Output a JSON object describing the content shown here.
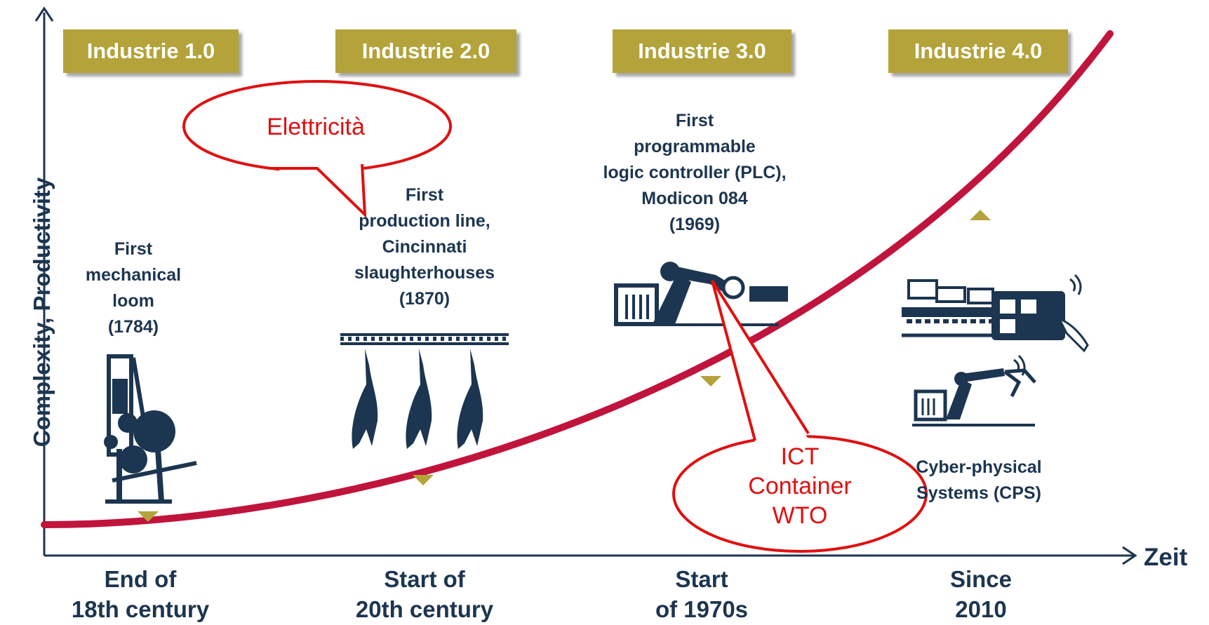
{
  "axes": {
    "y_title": "Complexity, Productivity",
    "x_title": "Zeit"
  },
  "eras": [
    {
      "label": "Industrie 1.0",
      "caption": "First\nmechanical\nloom\n(1784)",
      "period": "End of\n18th century",
      "image": "mechanical-loom-icon"
    },
    {
      "label": "Industrie 2.0",
      "caption": "First\nproduction line,\nCincinnati\nslaughterhouses\n(1870)",
      "period": "Start of\n20th century",
      "image": "slaughterhouse-line-icon"
    },
    {
      "label": "Industrie 3.0",
      "caption": "First\nprogrammable\nlogic controller (PLC),\nModicon 084\n(1969)",
      "period": "Start\nof 1970s",
      "image": "plc-robot-arm-icon"
    },
    {
      "label": "Industrie 4.0",
      "caption": "Cyber-physical\nSystems (CPS)",
      "period": "Since\n2010",
      "image": "cyber-physical-systems-icon"
    }
  ],
  "callouts": [
    {
      "text": "Elettricità"
    },
    {
      "text": "ICT\nContainer\nWTO"
    }
  ],
  "colors": {
    "era_box": "#b3a33a",
    "curve": "#c0143c",
    "text": "#1c3550",
    "callout": "#e01010",
    "marker": "#b3a33a"
  }
}
